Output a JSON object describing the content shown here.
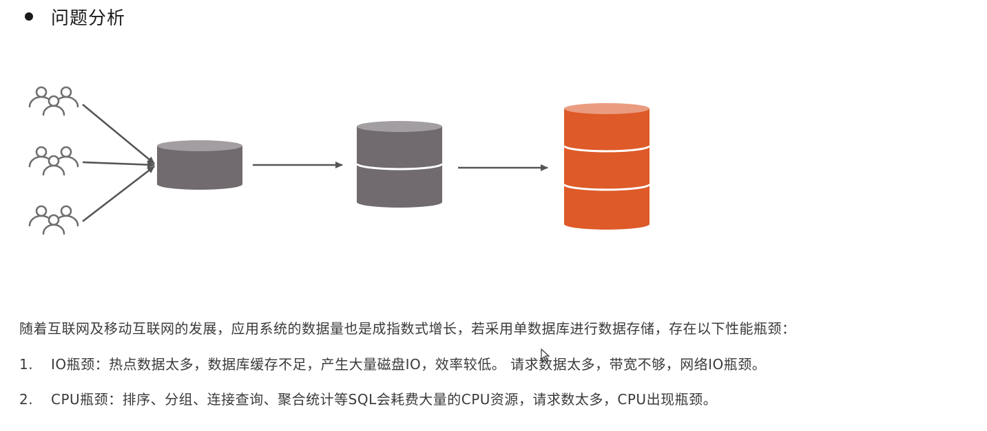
{
  "heading": {
    "title": "问题分析",
    "bullet_icon": "filled-circle"
  },
  "diagram": {
    "colors": {
      "db_gray_body": "#716b70",
      "db_gray_top": "#a39ea2",
      "db_orange_body": "#de5a28",
      "db_orange_top": "#ea9c80",
      "arrow": "#555555",
      "user_icon": "#6f6f6f"
    },
    "user_groups": 3,
    "databases": [
      {
        "name": "single-layer-db",
        "layers": 1,
        "color": "gray"
      },
      {
        "name": "two-layer-db",
        "layers": 2,
        "color": "gray"
      },
      {
        "name": "three-layer-db",
        "layers": 3,
        "color": "orange"
      }
    ]
  },
  "text": {
    "intro": "随着互联网及移动互联网的发展，应用系统的数据量也是成指数式增长，若采用单数据库进行数据存储，存在以下性能瓶颈：",
    "items": [
      {
        "num": "1.",
        "text": "IO瓶颈：热点数据太多，数据库缓存不足，产生大量磁盘IO，效率较低。 请求数据太多，带宽不够，网络IO瓶颈。"
      },
      {
        "num": "2.",
        "text": "CPU瓶颈：排序、分组、连接查询、聚合统计等SQL会耗费大量的CPU资源，请求数太多，CPU出现瓶颈。"
      }
    ]
  }
}
